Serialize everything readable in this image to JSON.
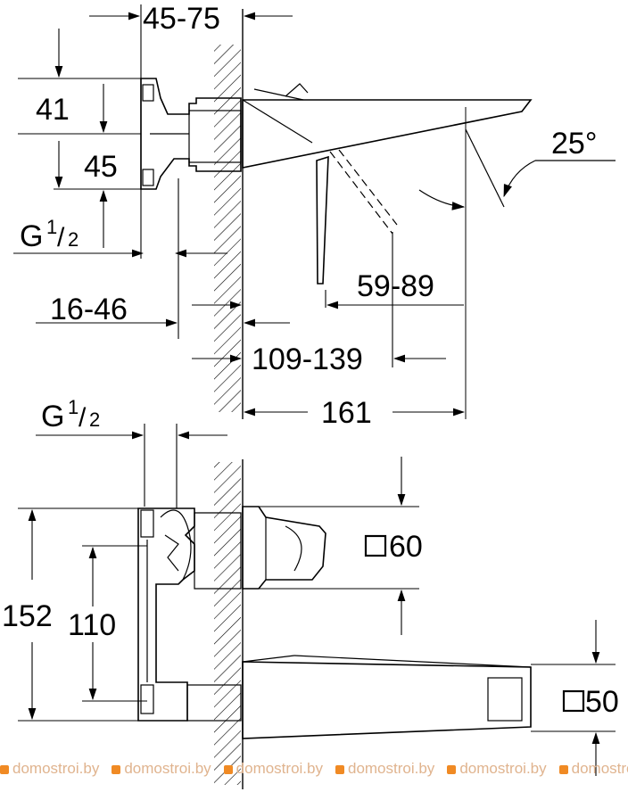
{
  "dimensions": {
    "wall_range": "45-75",
    "top_height": "41",
    "mid_height": "45",
    "thread": "G",
    "thread_num": "1",
    "thread_den": "2",
    "angle": "25°",
    "spout_reach": "59-89",
    "wall_thickness": "16-46",
    "mount_range": "109-139",
    "total_reach": "161",
    "total_height": "152",
    "center_distance": "110",
    "body_square": "60",
    "spout_square": "50"
  },
  "watermark": {
    "text": "domostroi.by",
    "repeats": 7
  }
}
